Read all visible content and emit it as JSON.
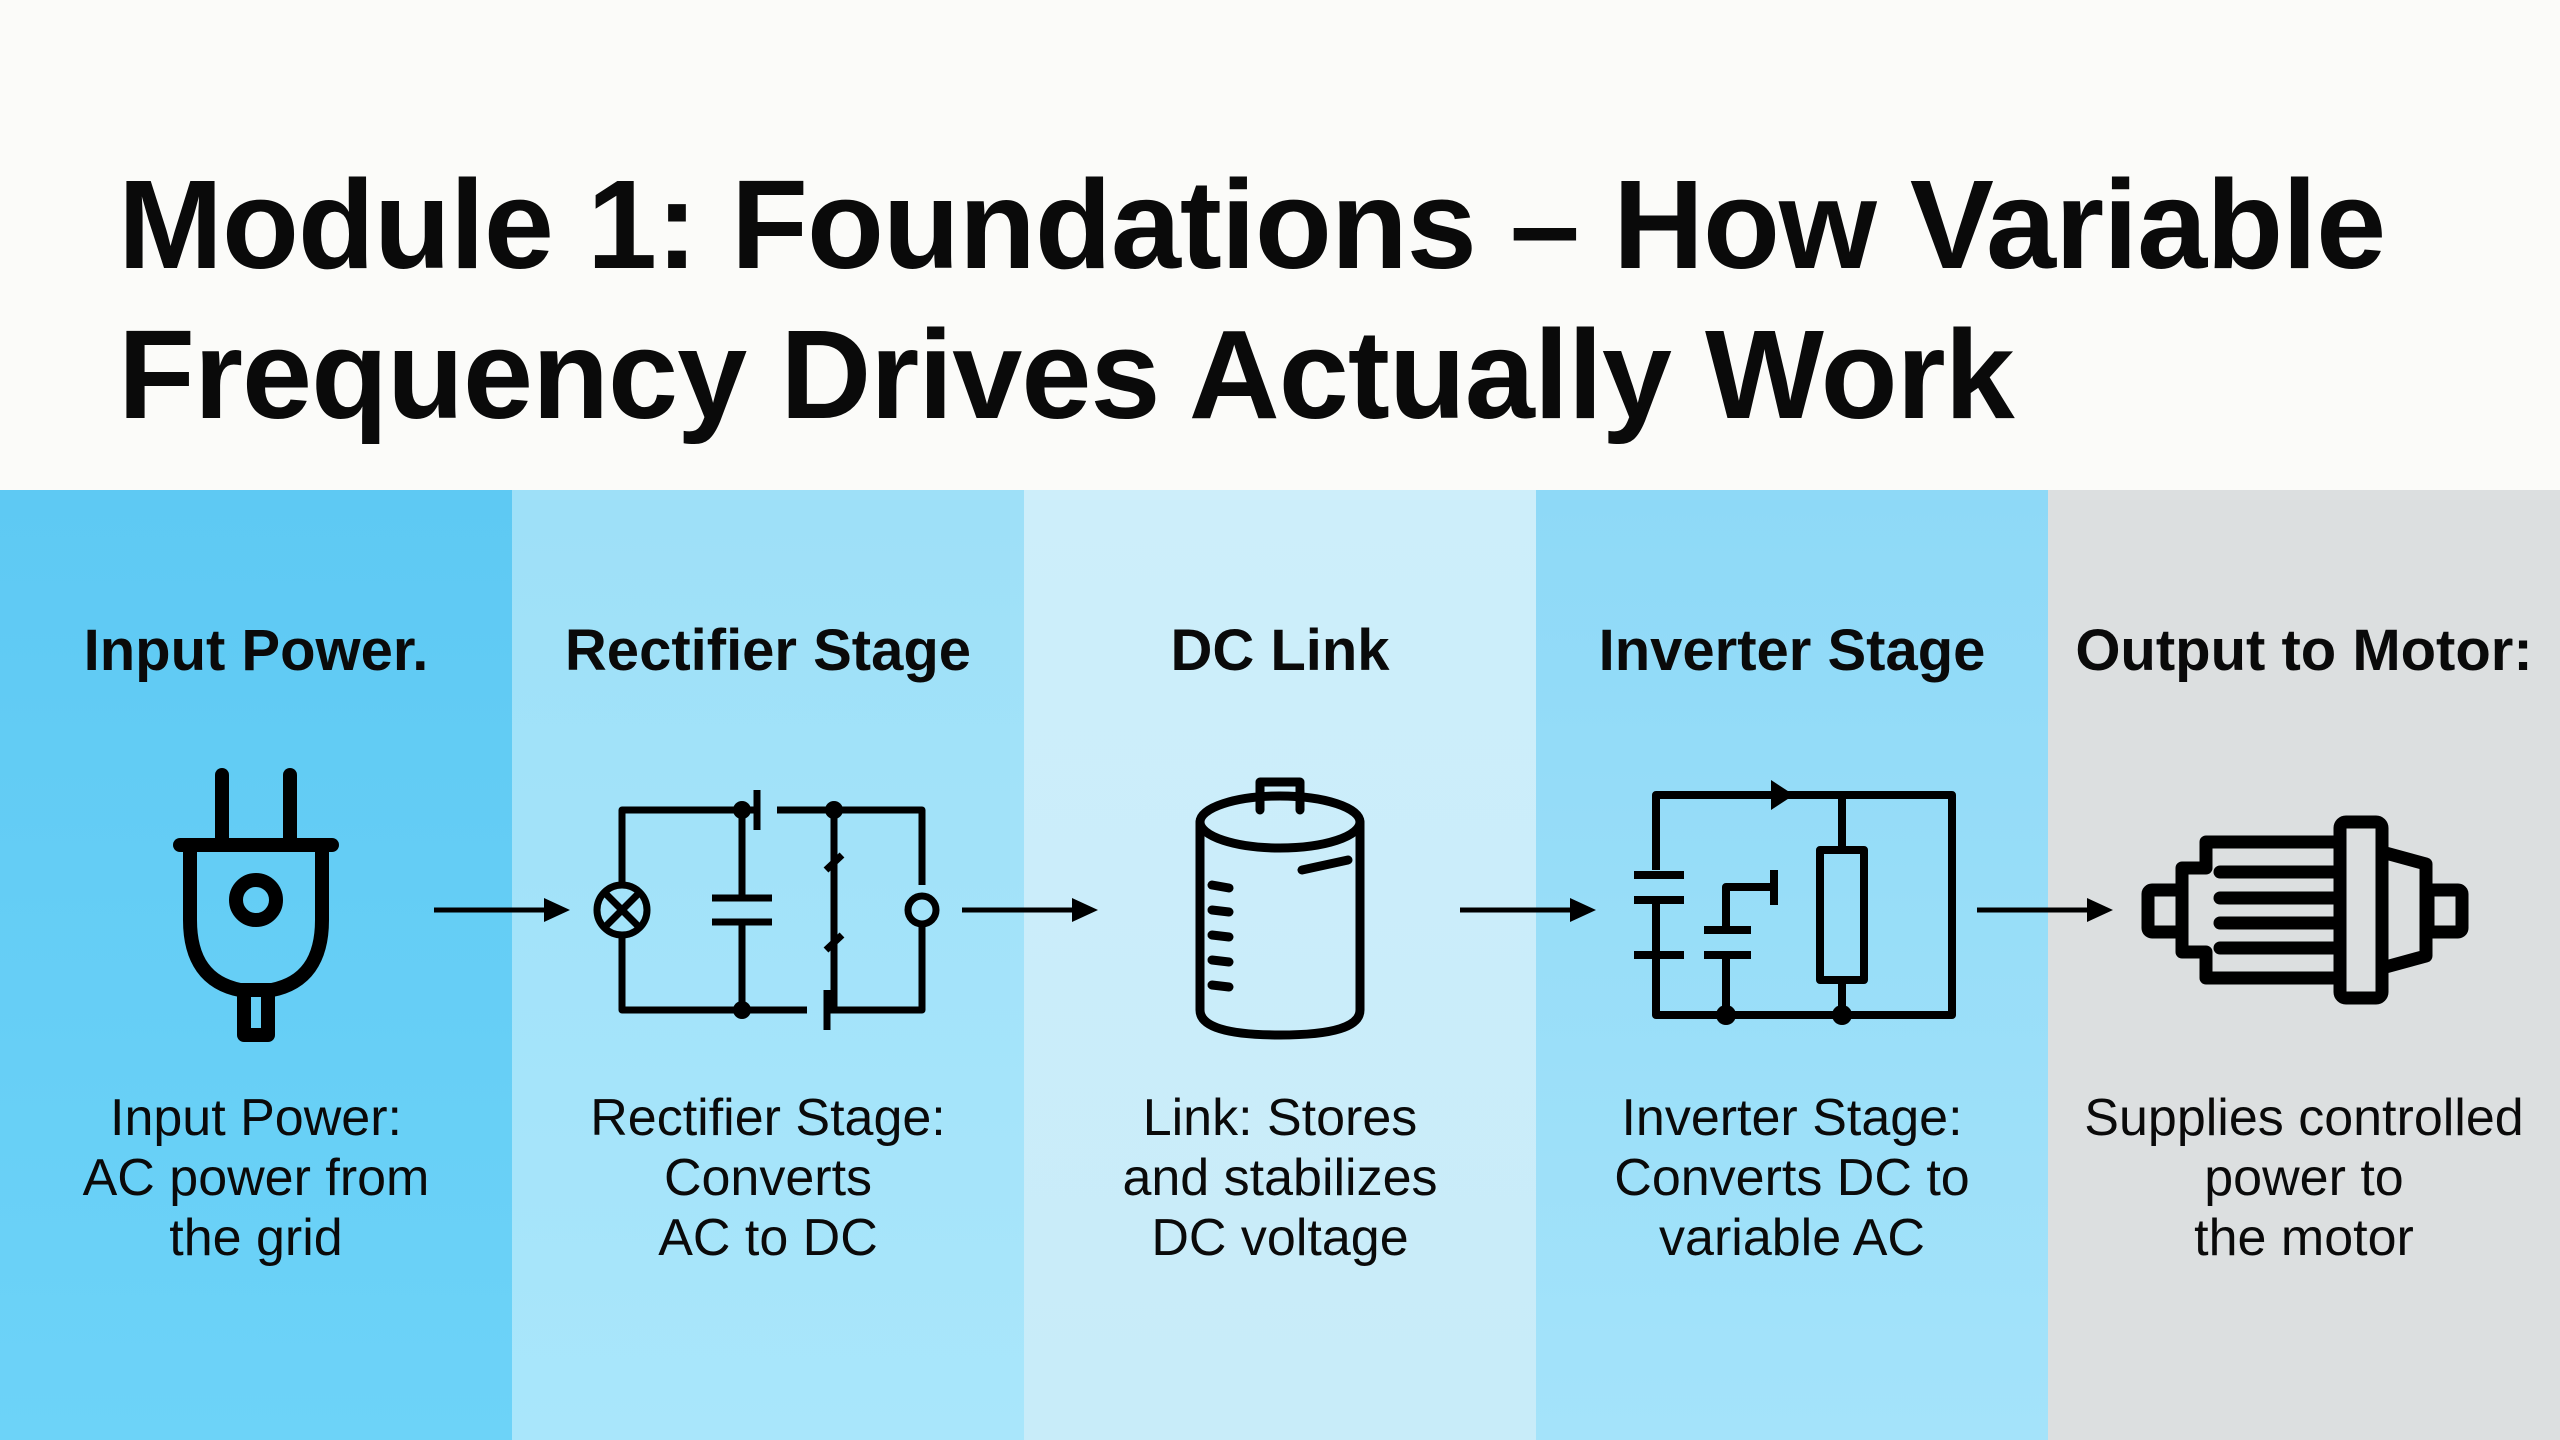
{
  "title": {
    "line1": "Module 1: Foundations – How Variable",
    "line2": "Frequency Drives Actually Work"
  },
  "stages": [
    {
      "heading": "Input Power.",
      "icon": "power-plug-icon",
      "desc": [
        "Input Power:",
        "AC power from",
        "the grid"
      ],
      "color": "#63cdf5"
    },
    {
      "heading": "Rectifier Stage",
      "icon": "rectifier-circuit-icon",
      "desc": [
        "Rectifier Stage:",
        "Converts",
        "AC to DC"
      ],
      "color": "#a3e3f9"
    },
    {
      "heading": "DC Link",
      "icon": "capacitor-icon",
      "desc": [
        "Link: Stores",
        "and stabilizes",
        "DC voltage"
      ],
      "color": "#cbedfa"
    },
    {
      "heading": "Inverter Stage",
      "icon": "inverter-circuit-icon",
      "desc": [
        "Inverter Stage:",
        "Converts DC to",
        "variable AC"
      ],
      "color": "#98def8"
    },
    {
      "heading": "Output to Motor:",
      "icon": "electric-motor-icon",
      "desc": [
        "Supplies controlled",
        "power to",
        "the motor"
      ],
      "color": "#dcdfe0"
    }
  ],
  "arrows": [
    "flow-arrow",
    "flow-arrow",
    "flow-arrow",
    "flow-arrow"
  ]
}
